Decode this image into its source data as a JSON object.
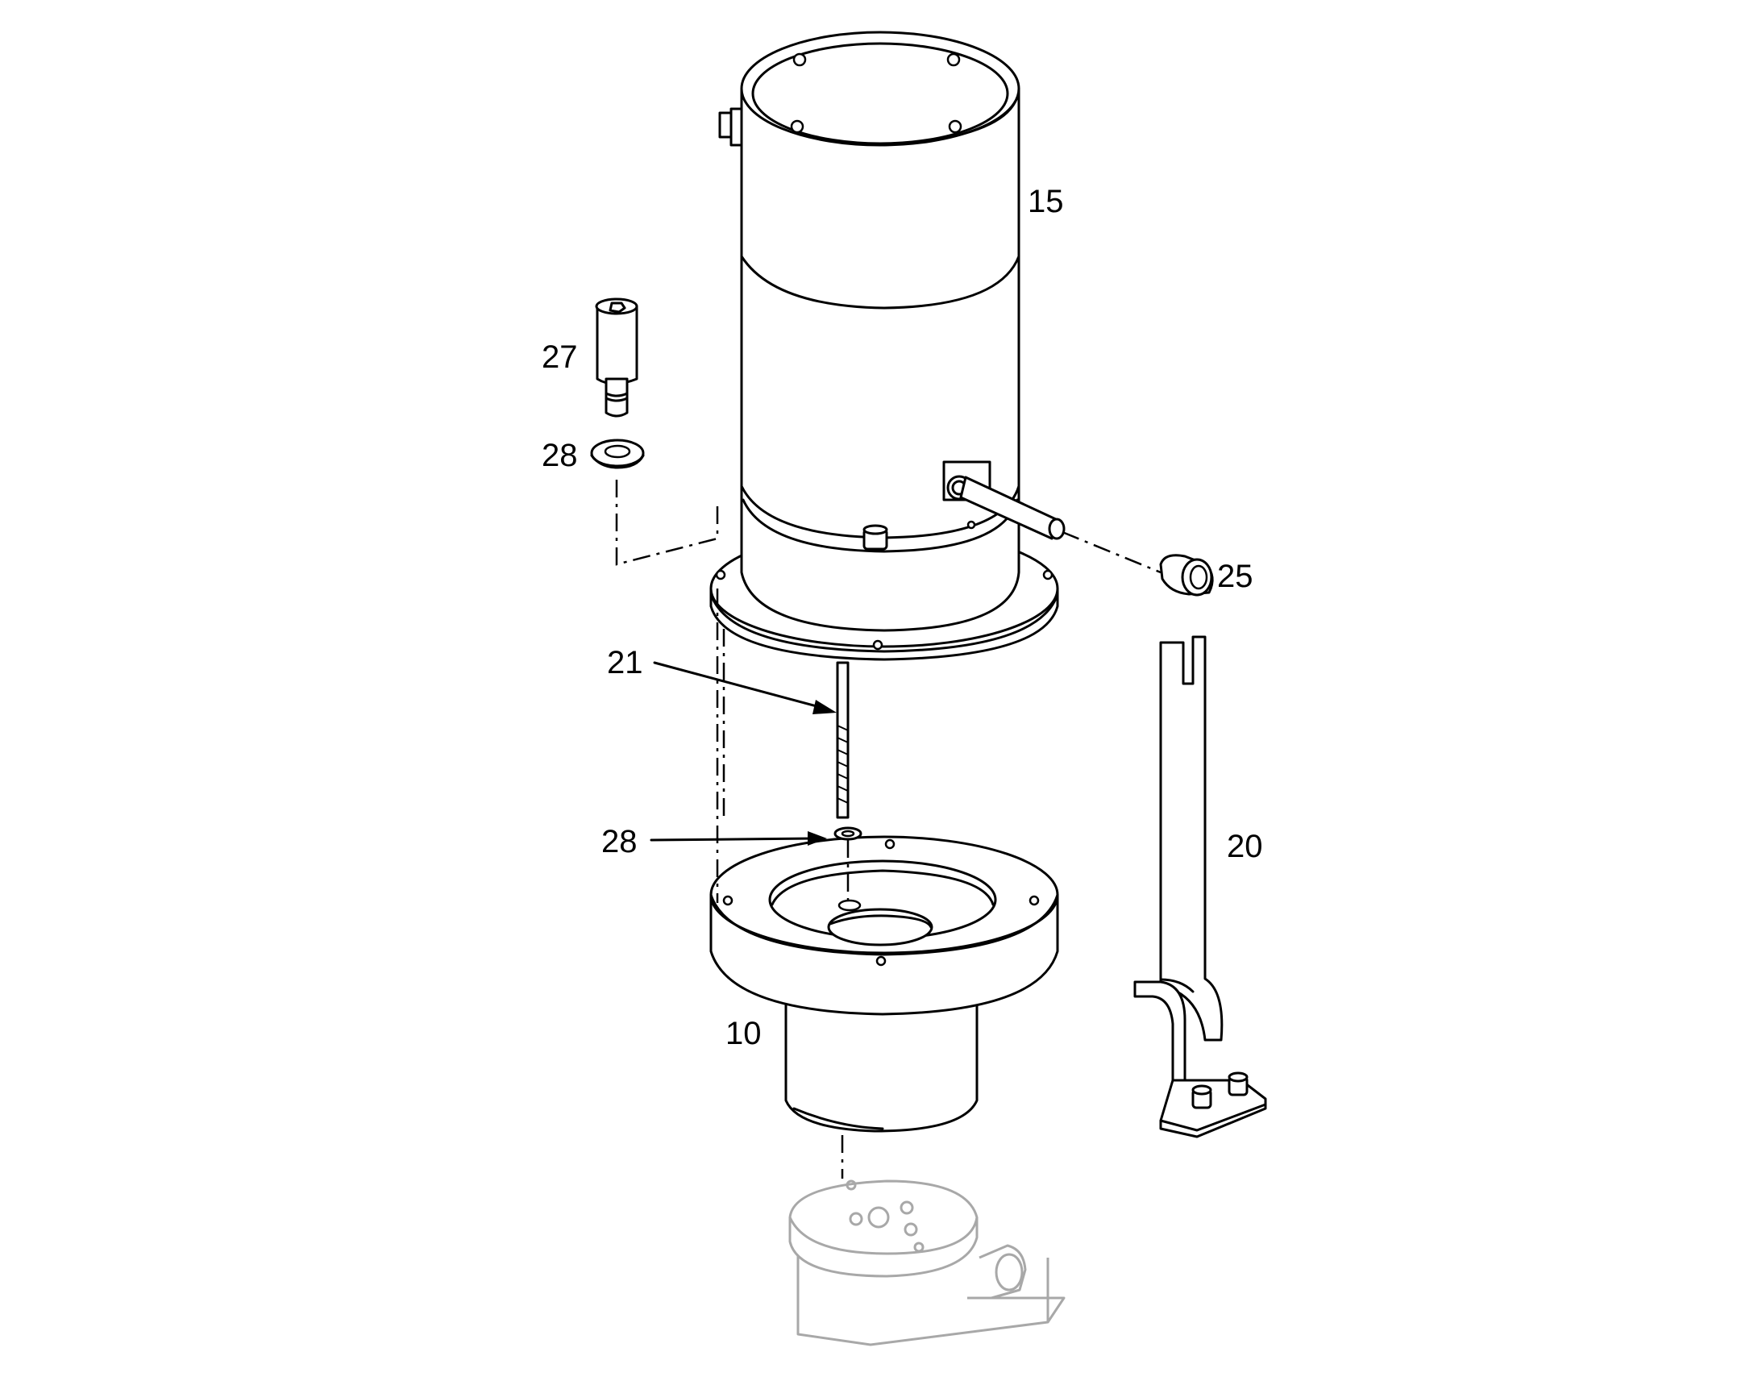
{
  "diagram": {
    "callouts": {
      "c15": "15",
      "c27": "27",
      "c28_upper": "28",
      "c25": "25",
      "c21": "21",
      "c28_lower": "28",
      "c20": "20",
      "c10": "10"
    }
  }
}
